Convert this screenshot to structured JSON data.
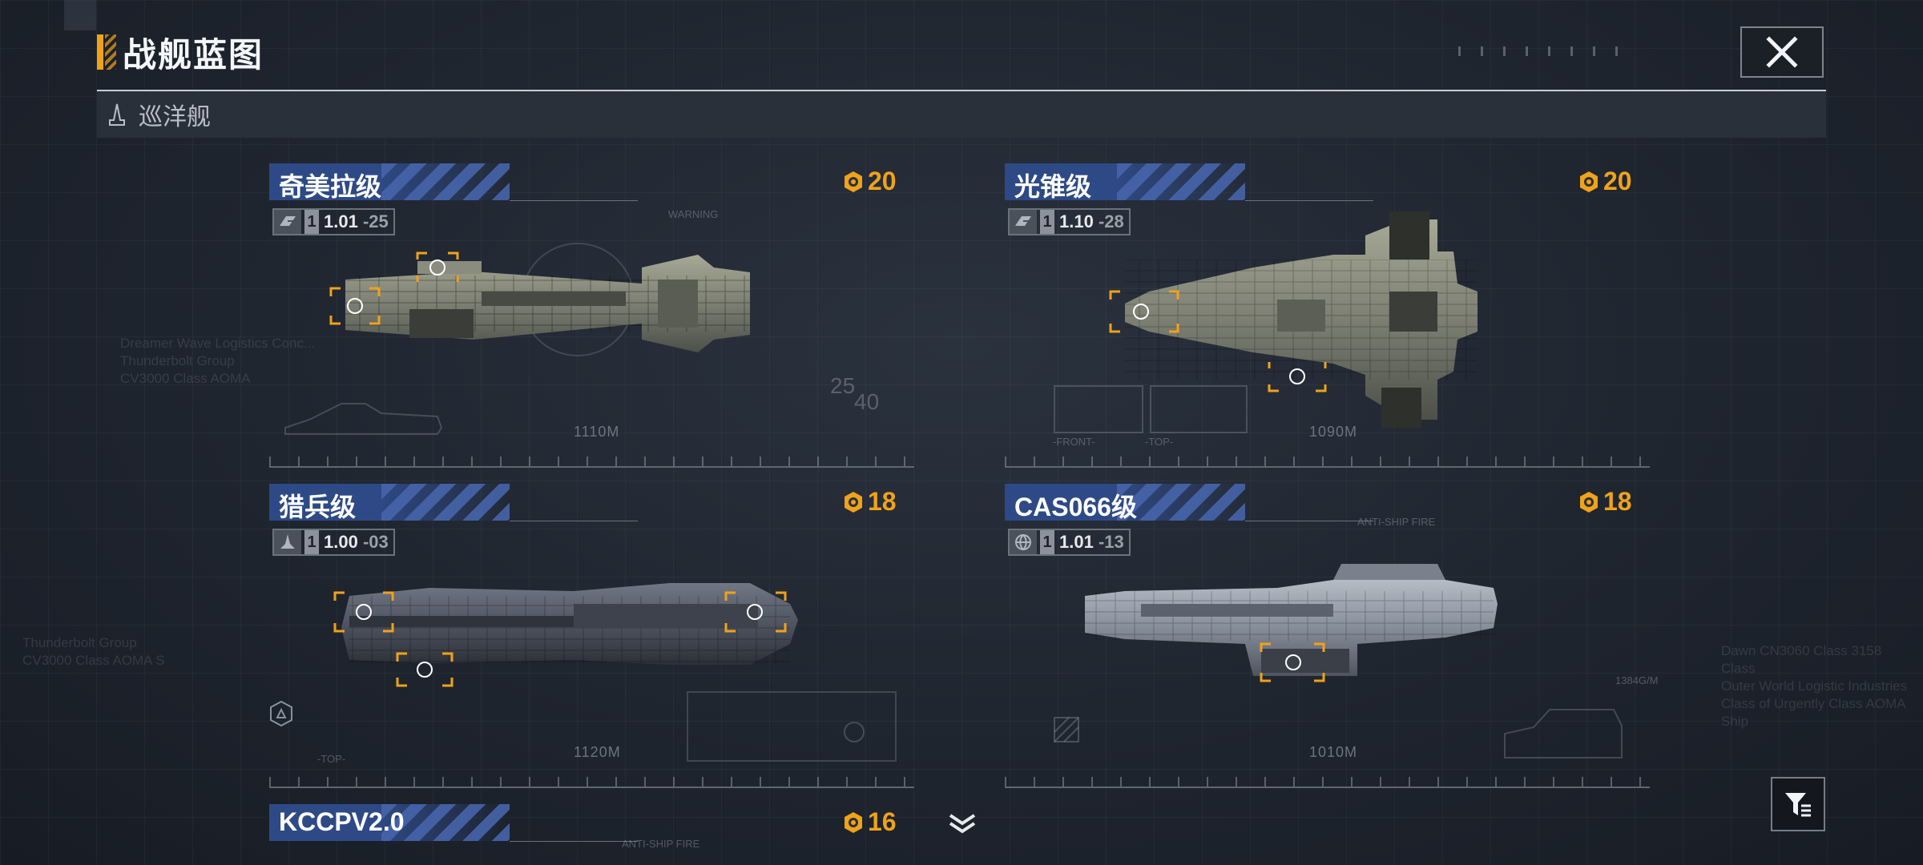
{
  "header": {
    "title": "战舰蓝图"
  },
  "category": {
    "label": "巡洋舰"
  },
  "ships": [
    {
      "name": "奇美拉级",
      "cost": "20",
      "tier": "1",
      "version": "1.01",
      "version_suffix": "-25",
      "length": "1110M"
    },
    {
      "name": "光锥级",
      "cost": "20",
      "tier": "1",
      "version": "1.10",
      "version_suffix": "-28",
      "length": "1090M"
    },
    {
      "name": "猎兵级",
      "cost": "18",
      "tier": "1",
      "version": "1.00",
      "version_suffix": "-03",
      "length": "1120M"
    },
    {
      "name": "CAS066级",
      "cost": "18",
      "tier": "1",
      "version": "1.01",
      "version_suffix": "-13",
      "length": "1010M"
    },
    {
      "name": "KCCPV2.0",
      "cost": "16"
    }
  ],
  "decor": {
    "warning": "WARNING",
    "front": "-FRONT-",
    "top": "-TOP-",
    "anti_ship": "ANTI-SHIP FIRE",
    "num_25": "25",
    "num_40": "40",
    "len_1384": "1384G/M"
  },
  "background_text": {
    "block1": "Thunderbolt Group\nCV3000 Class AOMA S",
    "block2": "Dreamer Wave Logistics Conc...\nThunderbolt Group\nCV3000 Class AOMA",
    "block3": "Dawn CN3060 Class 3158 Class\nOuter World Logistic Industries\nClass of Urgently Class AOMA Ship"
  },
  "colors": {
    "accent": "#f0a21a",
    "tab_blue": "#2e4a86",
    "background": "#1f252f"
  }
}
